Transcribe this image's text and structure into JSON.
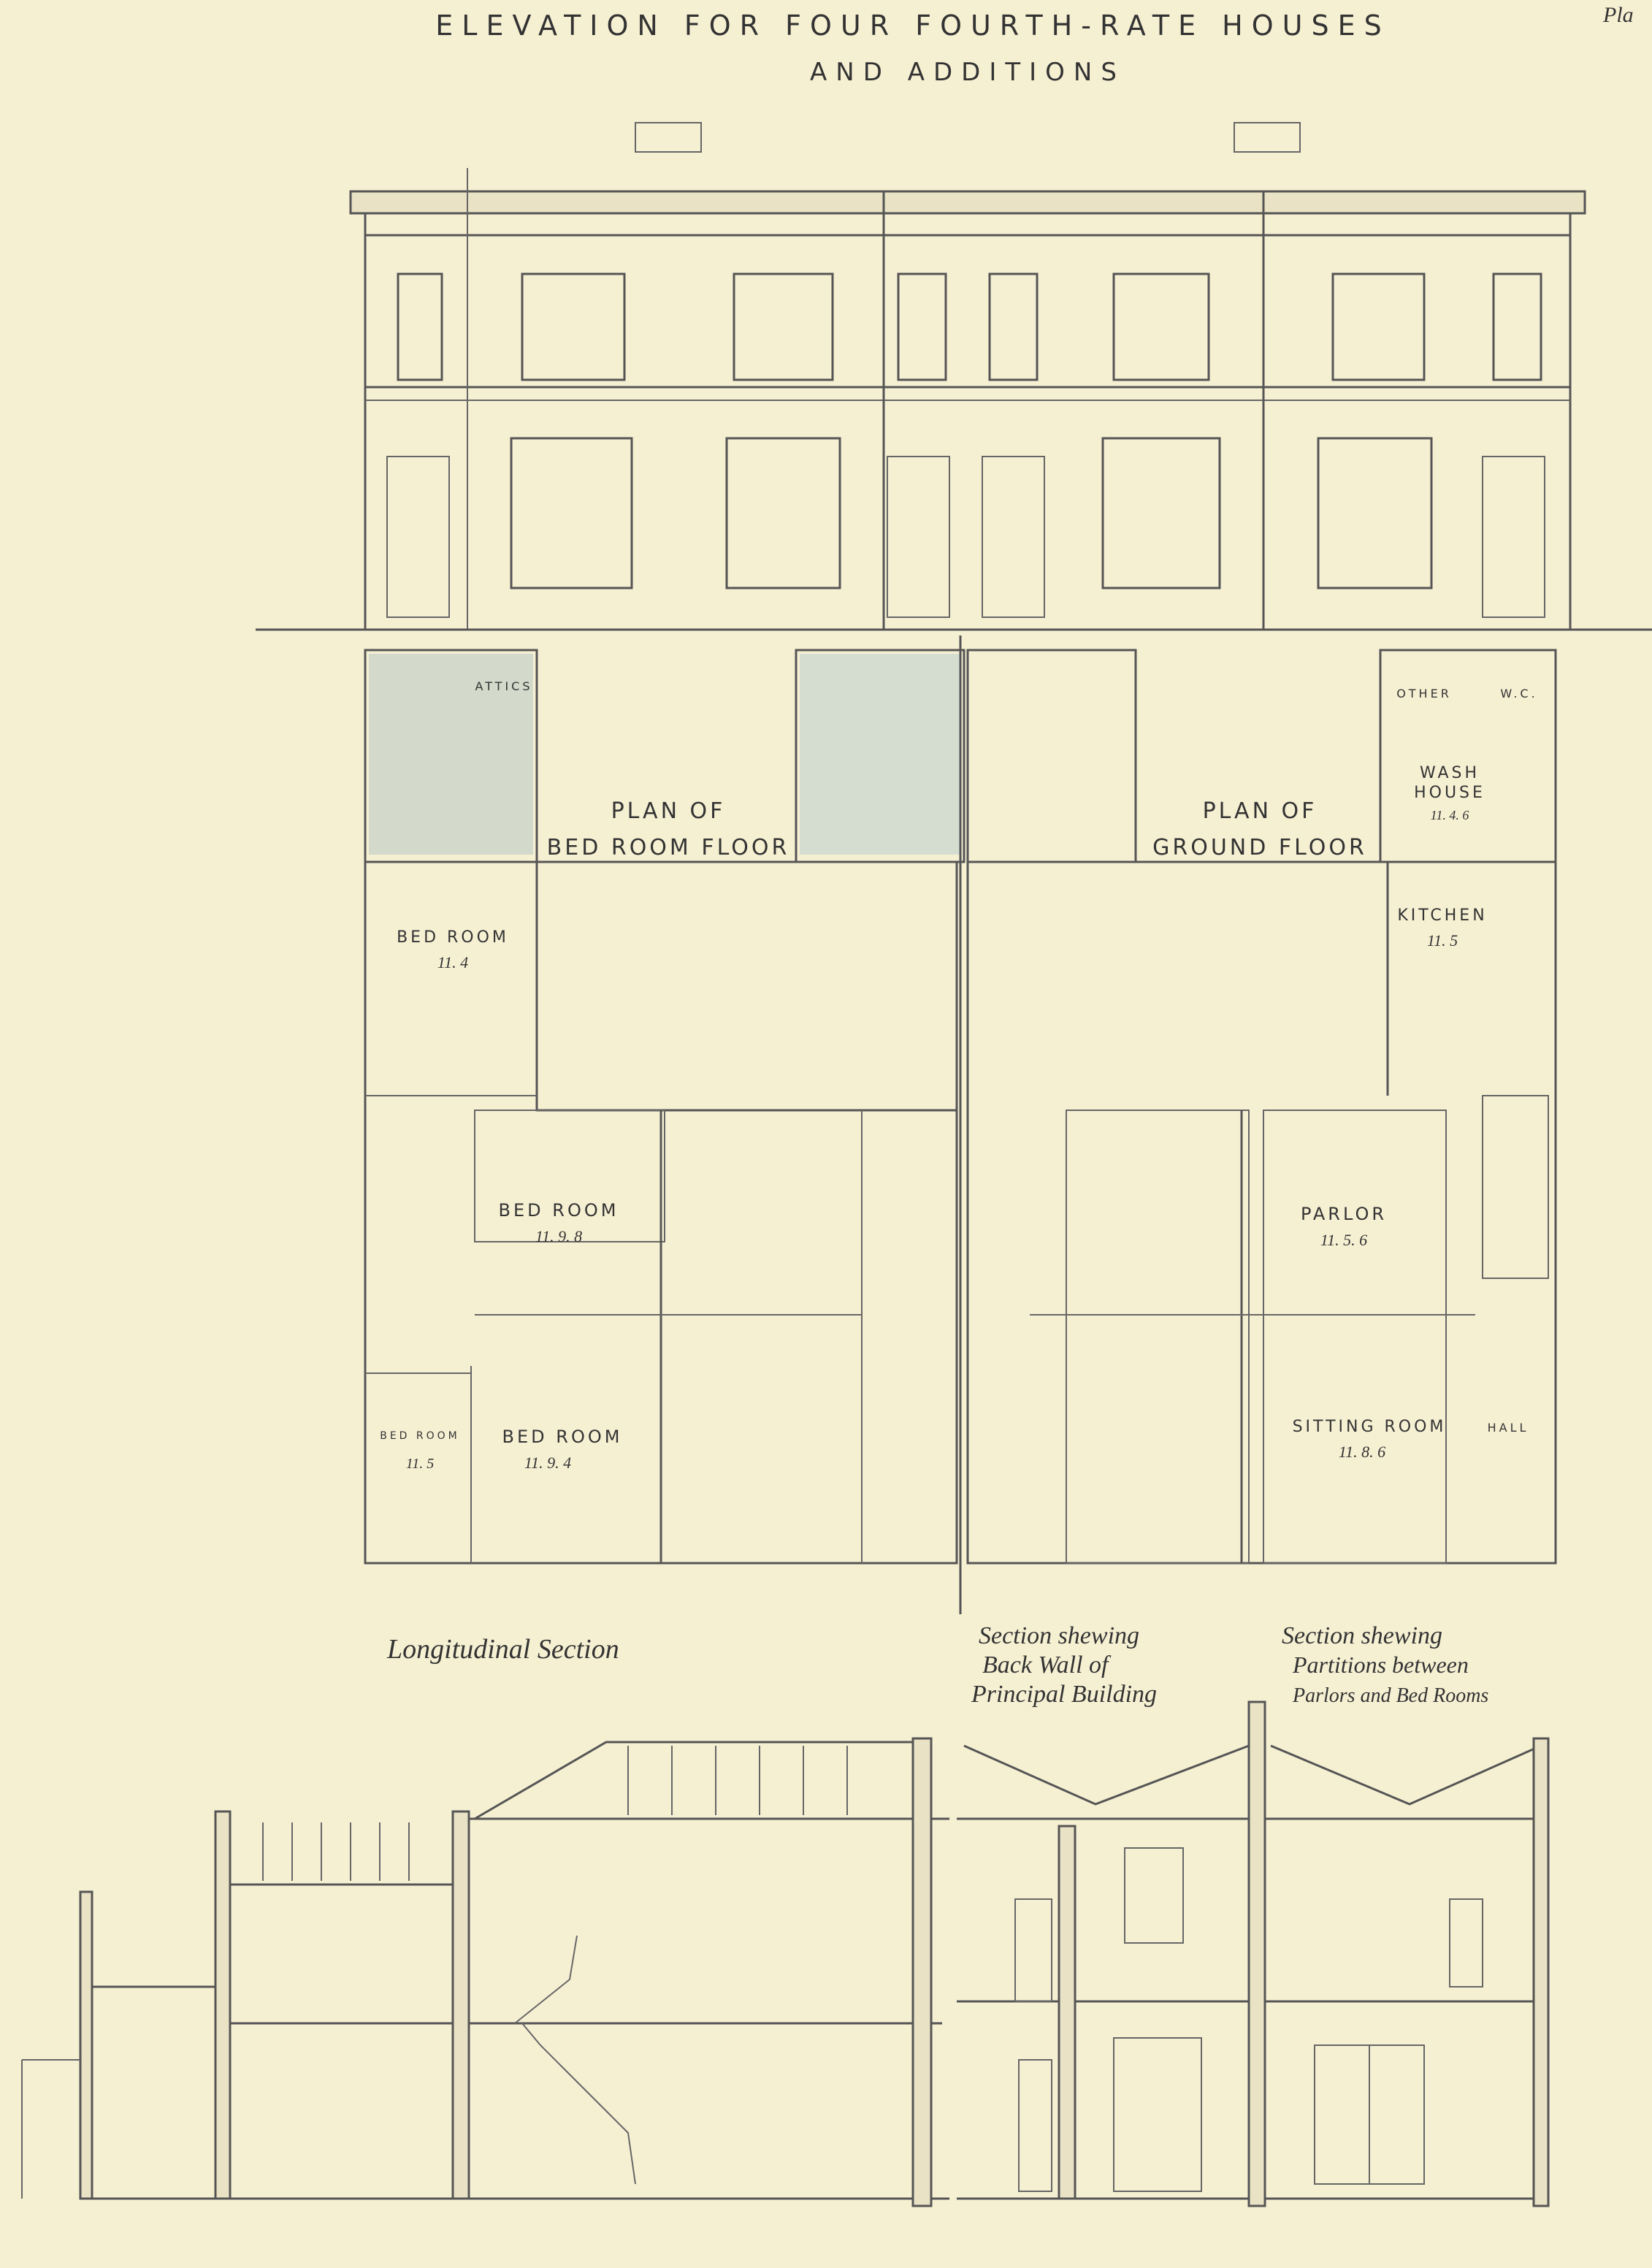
{
  "title": {
    "line1": "ELEVATION FOR FOUR FOURTH-RATE HOUSES",
    "line2": "AND ADDITIONS",
    "corner": "Pla"
  },
  "plans": {
    "bed_floor_title": [
      "PLAN OF",
      "BED ROOM FLOOR"
    ],
    "ground_floor_title": [
      "PLAN OF",
      "GROUND FLOOR"
    ],
    "rooms": {
      "bed_top": [
        "BED ROOM",
        "11. 4"
      ],
      "bed_mid": [
        "BED ROOM",
        "11. 9. 8"
      ],
      "bed_low": [
        "BED ROOM",
        "11. 9. 4"
      ],
      "bed_small": [
        "BED ROOM",
        "11. 5"
      ],
      "parlor": [
        "PARLOR",
        "11. 5. 6"
      ],
      "sitting": [
        "SITTING ROOM",
        "11. 8. 6"
      ],
      "kitchen": [
        "KITCHEN",
        "11. 5"
      ],
      "wash": [
        "WASH",
        "HOUSE",
        "11. 4. 6"
      ],
      "other": "OTHER",
      "wc": "W.C.",
      "attic": "ATTICS",
      "hall": "HALL"
    }
  },
  "sections": {
    "longitudinal": "Longitudinal Section",
    "back_wall": [
      "Section shewing",
      "Back Wall of",
      "Principal Building"
    ],
    "partitions": [
      "Section shewing",
      "Partitions between",
      "Parlors and Bed Rooms"
    ]
  },
  "colors": {
    "paper": "#f6f0d3",
    "door": "#c98a64",
    "glass": "#b9cdd0",
    "line": "#555555"
  }
}
